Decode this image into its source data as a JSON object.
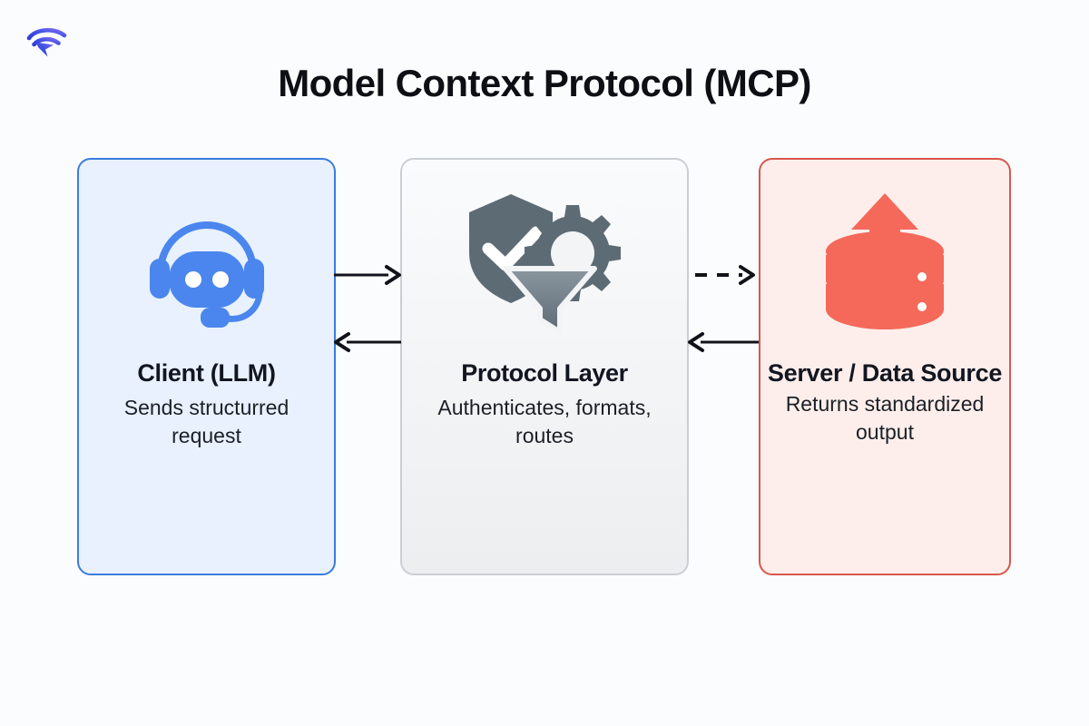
{
  "brand": {
    "logo_icon": "signal-arrow-logo",
    "colors": {
      "from": "#2f4fe0",
      "to": "#6f5bf0"
    }
  },
  "header": {
    "title": "Model Context Protocol (MCP)"
  },
  "colors": {
    "page_background": "#fbfcfe",
    "client_border": "#3b7cdd",
    "client_fill": "#e8f1fd",
    "client_icon": "#4a86ee",
    "protocol_border": "#cbcfd4",
    "protocol_fill": "#f2f4f5",
    "protocol_icon": "#5d6b75",
    "server_border": "#d9574c",
    "server_fill": "#fdeeeb",
    "server_icon": "#f4695a",
    "arrow": "#12131a",
    "title_text": "#0d0f14"
  },
  "cards": [
    {
      "id": "client",
      "icon": "chatbot-headset-icon",
      "title": "Client (LLM)",
      "description": "Sends structurred request"
    },
    {
      "id": "protocol",
      "icon": "shield-gear-funnel-icon",
      "title": "Protocol Layer",
      "description": "Authenticates, formats, routes"
    },
    {
      "id": "server",
      "icon": "database-upload-icon",
      "title": "Server / Data Source",
      "description": "Returns standardized output"
    }
  ],
  "connections": [
    {
      "id": "client-to-protocol",
      "from": "client",
      "to": "protocol",
      "direction": "right",
      "style": "solid"
    },
    {
      "id": "protocol-to-client",
      "from": "protocol",
      "to": "client",
      "direction": "left",
      "style": "solid"
    },
    {
      "id": "protocol-to-server",
      "from": "protocol",
      "to": "server",
      "direction": "right",
      "style": "dashed"
    },
    {
      "id": "server-to-protocol",
      "from": "server",
      "to": "protocol",
      "direction": "left",
      "style": "solid"
    }
  ]
}
